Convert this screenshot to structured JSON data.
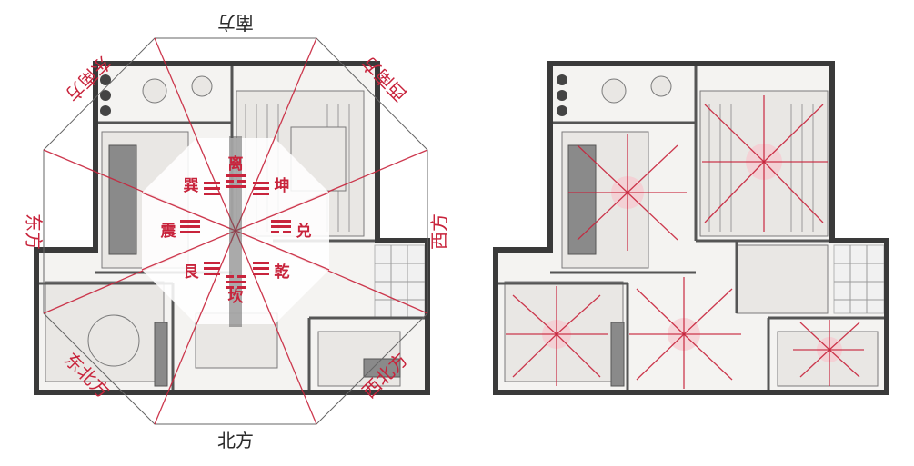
{
  "directions": {
    "south": "南方",
    "north": "北方",
    "east": "东方",
    "west": "西方",
    "southeast": "东南方",
    "southwest": "西南方",
    "northeast": "东北方",
    "northwest": "西北方"
  },
  "trigrams": {
    "south": "离",
    "north": "坎",
    "east": "震",
    "west": "兑",
    "southeast": "巽",
    "southwest": "坤",
    "northeast": "艮",
    "northwest": "乾"
  },
  "colors": {
    "accent_red": "#c8243c",
    "wall": "#3a3a3a",
    "floor": "#f4f3f1"
  }
}
